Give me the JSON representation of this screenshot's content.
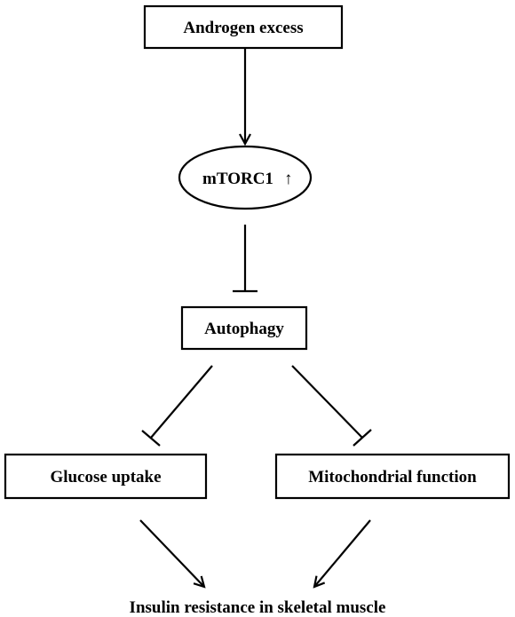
{
  "nodes": {
    "androgen": "Androgen excess",
    "mtorc1": "mTORC1",
    "mtorc1_arrow": "↑",
    "autophagy": "Autophagy",
    "glucose": "Glucose uptake",
    "mito": "Mitochondrial function",
    "outcome": "Insulin resistance in skeletal muscle"
  }
}
